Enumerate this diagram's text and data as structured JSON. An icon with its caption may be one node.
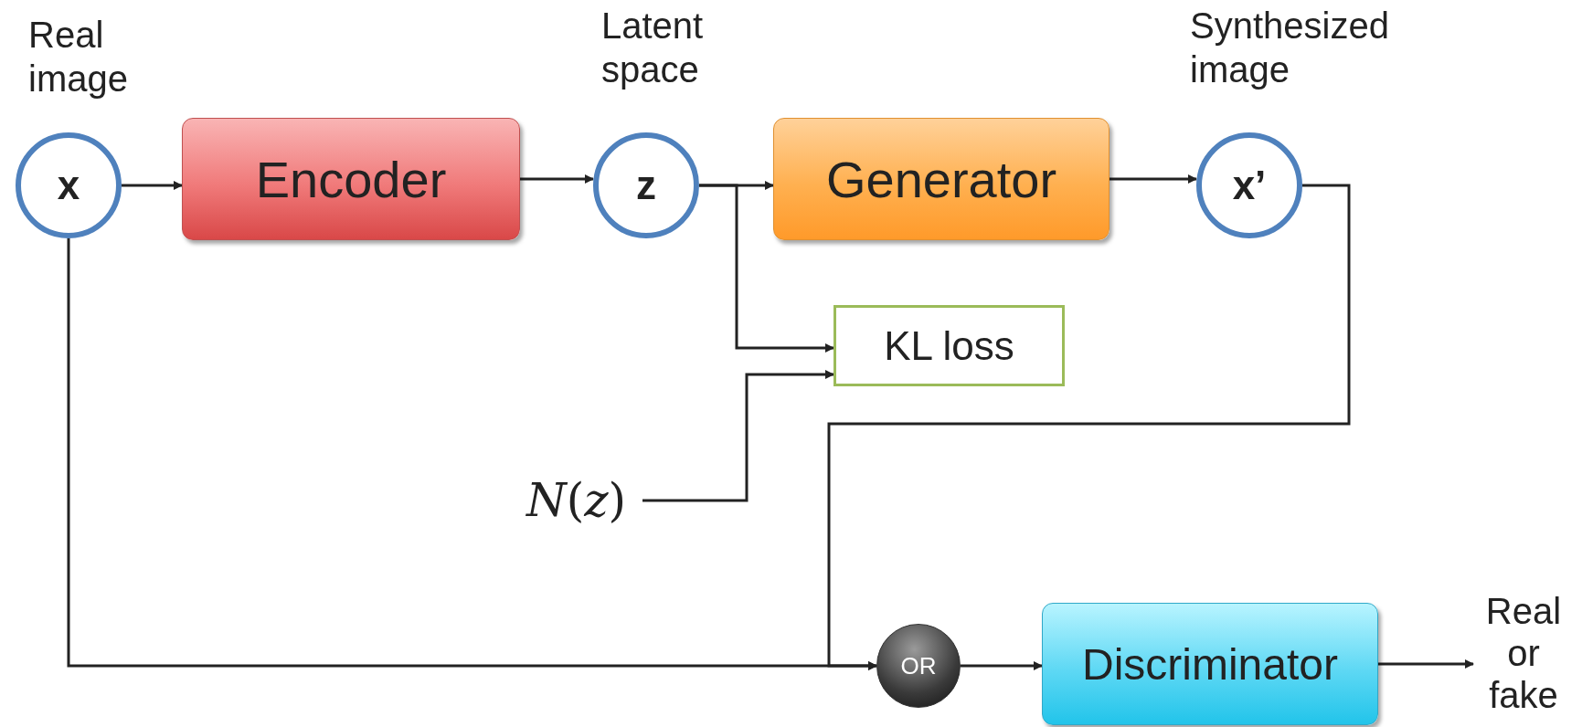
{
  "diagram": {
    "nodes": [
      {
        "text": [
          "x"
        ],
        "beside": [
          "Real image"
        ]
      },
      {
        "text": [
          "Encoder"
        ]
      },
      {
        "text": [
          "z"
        ],
        "beside": [
          "Latent space"
        ]
      },
      {
        "text": [
          "Generator"
        ]
      },
      {
        "text": [
          "x’"
        ],
        "beside": [
          "Synthesized image"
        ]
      },
      {
        "text": [
          "KL loss"
        ]
      },
      {
        "text": [
          "*N*(*z*)"
        ]
      },
      {
        "text": [
          "OR"
        ]
      },
      {
        "text": [
          "Discriminator"
        ]
      },
      {
        "text": [
          "Real or fake"
        ]
      }
    ],
    "edges": [
      {
        "from": 0,
        "to": 1,
        "arrow": "to"
      },
      {
        "from": 1,
        "to": 2,
        "arrow": "to"
      },
      {
        "from": 2,
        "to": 3,
        "arrow": "to"
      },
      {
        "from": 2,
        "to": 5,
        "arrow": "to"
      },
      {
        "from": 6,
        "to": 5,
        "arrow": "to"
      },
      {
        "from": 0,
        "to": 7,
        "arrow": "to"
      },
      {
        "from": 4,
        "to": 7,
        "arrow": "to"
      },
      {
        "from": 7,
        "to": 8,
        "arrow": "to"
      },
      {
        "from": 8,
        "to": 9,
        "arrow": "to"
      },
      {
        "from": 3,
        "to": 4,
        "arrow": "to"
      }
    ]
  }
}
